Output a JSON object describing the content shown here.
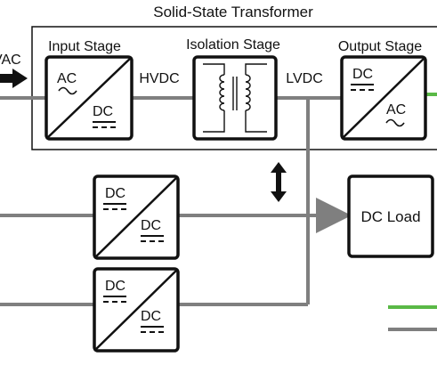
{
  "diagram": {
    "title": "Solid-State Transformer",
    "input_label": "VAC",
    "input_stage": {
      "title": "Input Stage",
      "top": "AC",
      "bottom": "DC"
    },
    "isolation_stage": {
      "title": "Isolation Stage"
    },
    "output_stage": {
      "title": "Output Stage",
      "top": "DC",
      "bottom": "AC"
    },
    "hvdc_label": "HVDC",
    "lvdc_label": "LVDC",
    "converter_1": {
      "top": "DC",
      "bottom": "DC"
    },
    "converter_2": {
      "top": "DC",
      "bottom": "DC"
    },
    "dc_load_label": "DC Load"
  },
  "colors": {
    "wire": "#7f7f7f",
    "green": "#5ab946",
    "stroke": "#111111"
  }
}
